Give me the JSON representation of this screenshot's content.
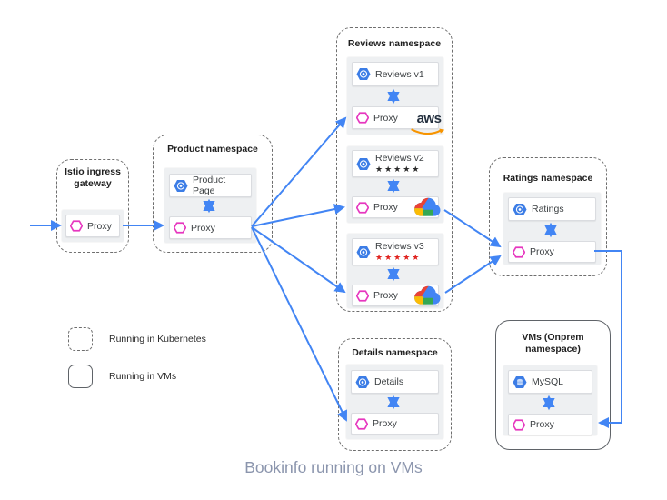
{
  "caption": "Bookinfo running on VMs",
  "gateway": {
    "title": "Istio ingress gateway",
    "proxy_label": "Proxy"
  },
  "product": {
    "title": "Product namespace",
    "service_label": "Product Page",
    "proxy_label": "Proxy"
  },
  "reviews": {
    "title": "Reviews namespace",
    "aws_wordmark": "aws",
    "versions": [
      {
        "label": "Reviews v1",
        "stars": "",
        "proxy_label": "Proxy",
        "cloud_logo": "aws"
      },
      {
        "label": "Reviews v2",
        "stars": "★★★★★",
        "star_color": "black",
        "proxy_label": "Proxy",
        "cloud_logo": "google-cloud"
      },
      {
        "label": "Reviews v3",
        "stars": "★★★★★",
        "star_color": "red",
        "proxy_label": "Proxy",
        "cloud_logo": "google-cloud"
      }
    ]
  },
  "ratings": {
    "title": "Ratings  namespace",
    "service_label": "Ratings",
    "proxy_label": "Proxy"
  },
  "details": {
    "title": "Details namespace",
    "service_label": "Details",
    "proxy_label": "Proxy"
  },
  "vms": {
    "title": "VMs (Onprem namespace)",
    "service_label": "MySQL",
    "proxy_label": "Proxy"
  },
  "legend": {
    "kubernetes": "Running in Kubernetes",
    "vms": "Running in VMs"
  },
  "colors": {
    "arrow_blue": "#4285f4",
    "proxy_magenta": "#e637bf",
    "service_hex_blue": "#3c7de6",
    "panel_gray": "#eef0f2",
    "star_black": "#2b2b2b",
    "star_red": "#e02420",
    "aws_orange": "#f79400",
    "aws_dark": "#232f3e",
    "gcp_red": "#ea4335",
    "gcp_blue": "#4285f4",
    "gcp_yellow": "#fbbc05",
    "gcp_green": "#34a853",
    "caption_gray": "#8b95ad"
  }
}
